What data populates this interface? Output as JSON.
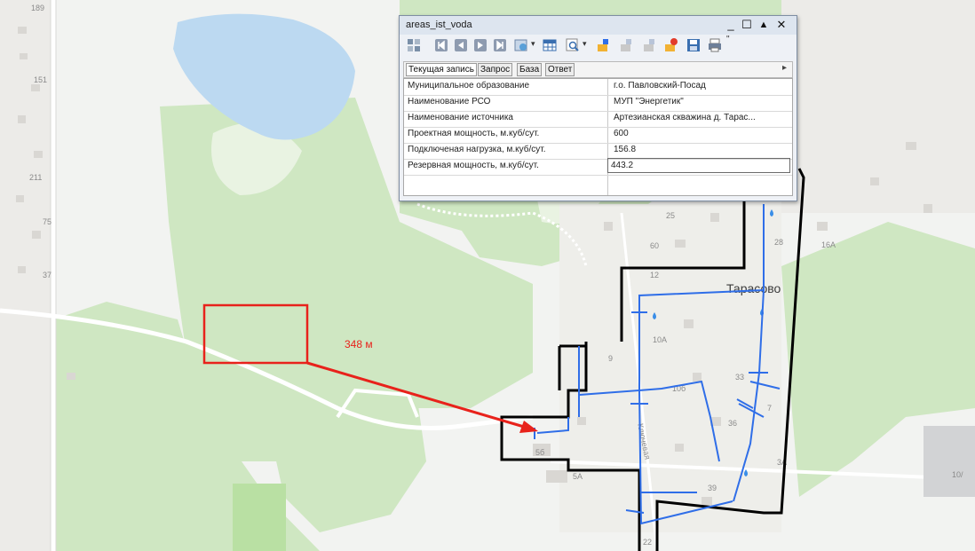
{
  "window": {
    "title": "areas_ist_voda",
    "buttons": {
      "minimize": "_",
      "maximize": "☐",
      "restore": "▲",
      "close": "✕"
    }
  },
  "tabs": [
    "Текущая запись",
    "Запрос",
    "База",
    "Ответ"
  ],
  "tab_scroll": "▸",
  "attributes": [
    {
      "label": "Муниципальное образование",
      "value": "г.о. Павловский-Посад"
    },
    {
      "label": "Наименование РСО",
      "value": "МУП \"Энергетик\""
    },
    {
      "label": "Наименование источника",
      "value": "Артезианская скважина д. Тарас..."
    },
    {
      "label": "Проектная мощность, м.куб/сут.",
      "value": "600"
    },
    {
      "label": "Подключеная нагрузка, м.куб/сут.",
      "value": "156.8"
    },
    {
      "label": "Резервная мощность, м.куб/сут.",
      "value": "443.2"
    }
  ],
  "map": {
    "settlement": "Тарасово",
    "distance_label": "348 м",
    "house_numbers": [
      "189",
      "151",
      "211",
      "75",
      "37",
      "25",
      "60",
      "28",
      "16А",
      "12",
      "10А",
      "10б",
      "9",
      "33",
      "36",
      "7",
      "5б",
      "5А",
      "39",
      "3А",
      "22",
      "10/"
    ],
    "street": "Ключевая",
    "colors": {
      "forest": "#cfe7c2",
      "water": "#bcd9f1",
      "network": "#2f6ee8",
      "boundary": "#000000",
      "marker": "#e8221b"
    }
  }
}
